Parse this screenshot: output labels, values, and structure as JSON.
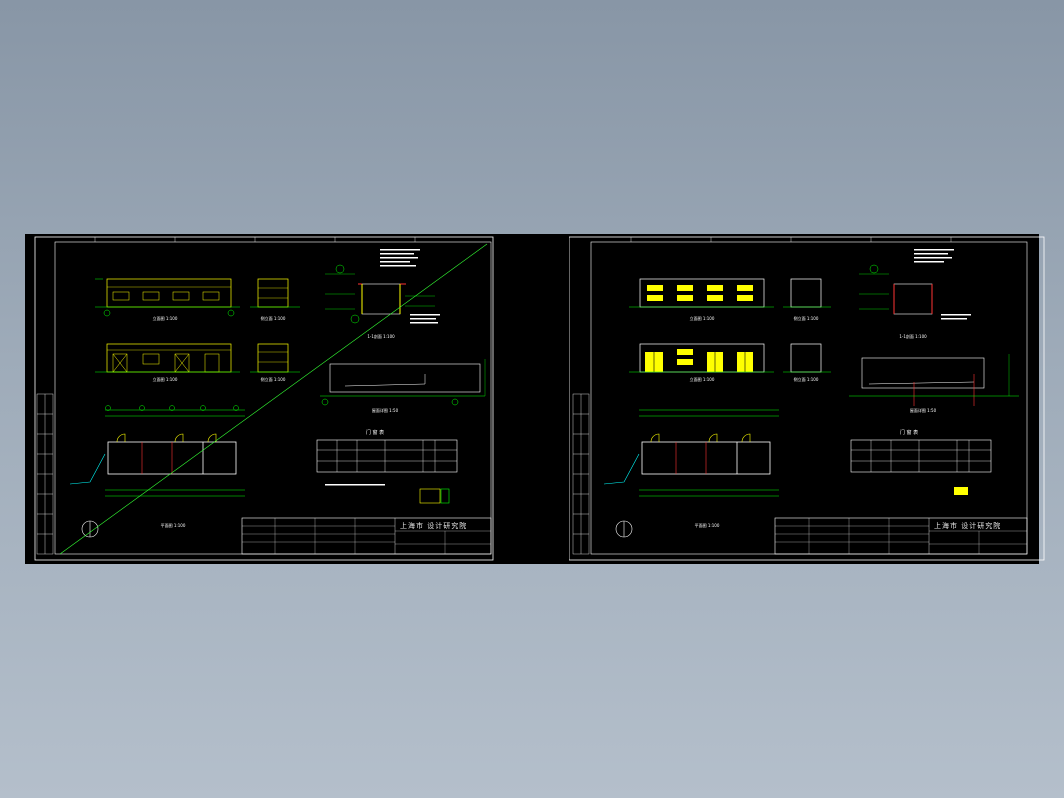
{
  "sheets": [
    {
      "id": "left",
      "title_stamp": "上海市",
      "table_title": "门 窗 表",
      "view_labels": [
        "立面图 1:100",
        "侧立面 1:100",
        "立面图 1:100",
        "侧立面 1:100",
        "1-1剖面 1:100",
        "平面图 1:100"
      ]
    },
    {
      "id": "right",
      "title_stamp": "上海市",
      "table_title": "门 窗 表",
      "view_labels": [
        "立面图 1:100",
        "侧立面 1:100",
        "立面图 1:100",
        "侧立面 1:100",
        "1-1剖面 1:100",
        "平面图 1:100"
      ]
    }
  ],
  "colors": {
    "background": "#000000",
    "frame": "#ffffff",
    "walls": "#ffff00",
    "dims": "#00ff00",
    "axis": "#ff3333",
    "leader": "#00ffff",
    "window_fill": "#ffff00"
  }
}
